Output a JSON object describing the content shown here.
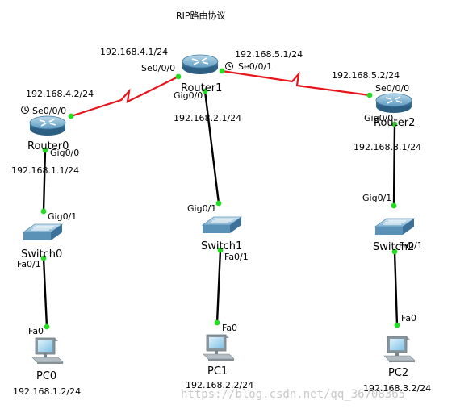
{
  "title": "RIP路由协议",
  "watermark": "https://blog.csdn.net/qq_36708365",
  "colors": {
    "serial_link": "#e8141b",
    "ethernet_link": "#000000",
    "port_dot": "#22dd22",
    "router_blue": "#4d8fb5",
    "switch_blue": "#6fa8c9"
  },
  "icons": {
    "router": "router-icon",
    "switch": "switch-icon",
    "pc": "pc-icon",
    "clock": "clock-icon"
  },
  "devices": {
    "router0": {
      "name": "Router0",
      "se_port": "Se0/0/0",
      "se_ip": "192.168.4.2/24",
      "gig_port": "Gig0/0",
      "gig_ip": "192.168.1.1/24"
    },
    "router1": {
      "name": "Router1",
      "se0_port": "Se0/0/0",
      "se0_ip": "192.168.4.1/24",
      "se1_port": "Se0/0/1",
      "se1_ip": "192.168.5.1/24",
      "gig_port": "Gig0/0",
      "gig_ip": "192.168.2.1/24"
    },
    "router2": {
      "name": "Router2",
      "se_port": "Se0/0/0",
      "se_ip": "192.168.5.2/24",
      "gig_port": "Gig0/0",
      "gig_ip": "192.168.3.1/24"
    },
    "switch0": {
      "name": "Switch0",
      "gig_port": "Gig0/1",
      "fa_port": "Fa0/1"
    },
    "switch1": {
      "name": "Switch1",
      "gig_port": "Gig0/1",
      "fa_port": "Fa0/1"
    },
    "switch2": {
      "name": "Switch2",
      "gig_port": "Gig0/1",
      "fa_port": "Fa0/1"
    },
    "pc0": {
      "name": "PC0",
      "port": "Fa0",
      "ip": "192.168.1.2/24"
    },
    "pc1": {
      "name": "PC1",
      "port": "Fa0",
      "ip": "192.168.2.2/24"
    },
    "pc2": {
      "name": "PC2",
      "port": "Fa0",
      "ip": "192.168.3.2/24"
    }
  }
}
